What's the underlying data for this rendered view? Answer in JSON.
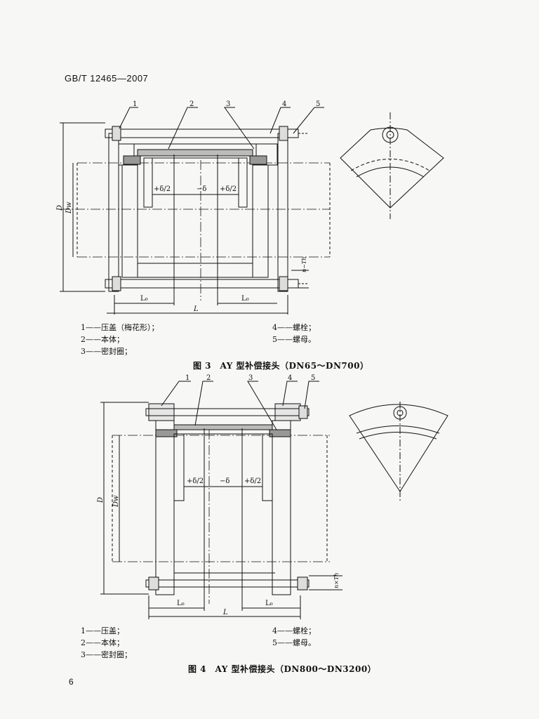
{
  "header": {
    "standard": "GB/T 12465—2007"
  },
  "figure3": {
    "callouts": [
      "1",
      "2",
      "3",
      "4",
      "5"
    ],
    "dims": {
      "D": "D",
      "Dw": "Dw",
      "L0": "L₀",
      "L": "L",
      "plus_half": "+δ/2",
      "minus": "−δ",
      "bolt": "n−Th"
    },
    "legend_left": [
      "1——压盖（梅花形）；",
      "2——本体；",
      "3——密封圈；"
    ],
    "legend_right": [
      "4——螺栓；",
      "5——螺母。"
    ],
    "caption": "图 3　AY 型补偿接头（DN65～DN700）"
  },
  "figure4": {
    "callouts": [
      "1",
      "2",
      "3",
      "4",
      "5"
    ],
    "dims": {
      "D": "D",
      "Dw": "Dw",
      "L0": "L₀",
      "L": "L",
      "plus_half": "+δ/2",
      "minus": "−δ",
      "bolt": "n×Th"
    },
    "legend_left": [
      "1——压盖；",
      "2——本体；",
      "3——密封圈；"
    ],
    "legend_right": [
      "4——螺栓；",
      "5——螺母。"
    ],
    "caption": "图 4　AY 型补偿接头（DN800～DN3200）"
  },
  "page_number": "6"
}
